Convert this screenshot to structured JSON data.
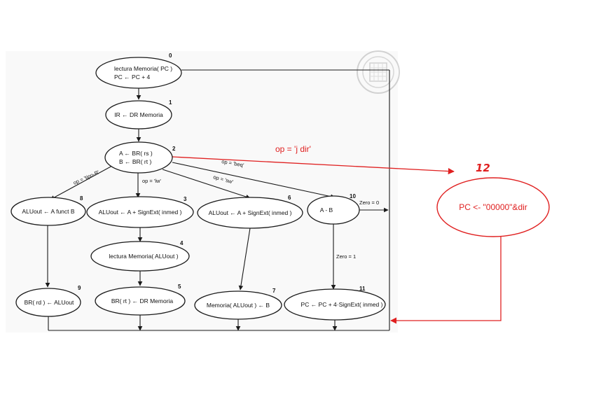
{
  "nodes": {
    "s0": {
      "num": "0",
      "line1": "lectura Memoria( PC )",
      "line2": "PC ← PC + 4"
    },
    "s1": {
      "num": "1",
      "line1": "IR ← DR Memoria"
    },
    "s2": {
      "num": "2",
      "line1": "A ← BR( rs )",
      "line2": "B ← BR( rt )"
    },
    "s8": {
      "num": "8",
      "line1": "ALUout ← A funct B"
    },
    "s3": {
      "num": "3",
      "line1": "ALUout ← A + SignExt( inmed )"
    },
    "s6": {
      "num": "6",
      "line1": "ALUout ← A + SignExt( inmed )"
    },
    "s10": {
      "num": "10",
      "line1": "A - B"
    },
    "s4": {
      "num": "4",
      "line1": "lectura Memoria( ALUout )"
    },
    "s9": {
      "num": "9",
      "line1": "BR( rd ) ← ALUout"
    },
    "s5": {
      "num": "5",
      "line1": "BR( rt ) ← DR Memoria"
    },
    "s7": {
      "num": "7",
      "line1": "Memoria( ALUout ) ← B"
    },
    "s11": {
      "num": "11",
      "line1": "PC ← PC + 4·SignExt( inmed )"
    },
    "s12": {
      "num": "12",
      "line1": "PC <- \"00000\"&dir"
    }
  },
  "edges": {
    "tipo_r": "op = 'tipo-R'",
    "lw": "op = 'lw'",
    "sw": "op = 'sw'",
    "beq": "op = 'beq'",
    "jdir": "op = 'j dir'",
    "zero0": "Zero = 0",
    "zero1": "Zero = 1"
  },
  "colors": {
    "line": "#1a1a1a",
    "annotation": "#e02020"
  },
  "icons": {
    "seal": "university-seal-watermark"
  }
}
